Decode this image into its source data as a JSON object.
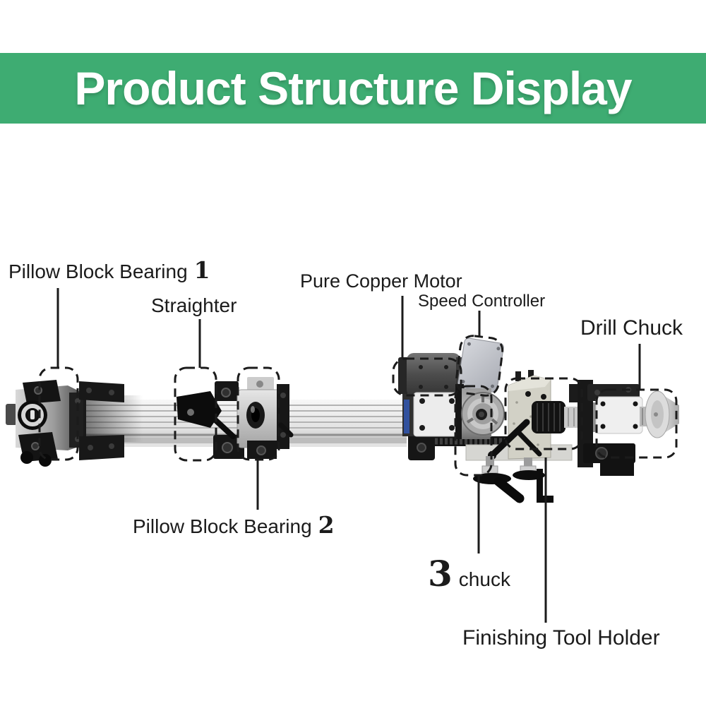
{
  "banner": {
    "title": "Product Structure Display",
    "bg_color": "#3EAC72",
    "text_color": "#FFFFFF"
  },
  "annotation_color": "#1B1B1B",
  "labels": [
    {
      "text": "Pillow Block Bearing",
      "number": "1"
    },
    {
      "text": "Straighter"
    },
    {
      "text": "Pure Copper Motor"
    },
    {
      "text": "Speed Controller"
    },
    {
      "text": "Drill Chuck"
    },
    {
      "text": "Pillow Block Bearing",
      "number": "2"
    },
    {
      "number": "3",
      "text": "chuck"
    },
    {
      "text": "Finishing Tool Holder"
    }
  ]
}
